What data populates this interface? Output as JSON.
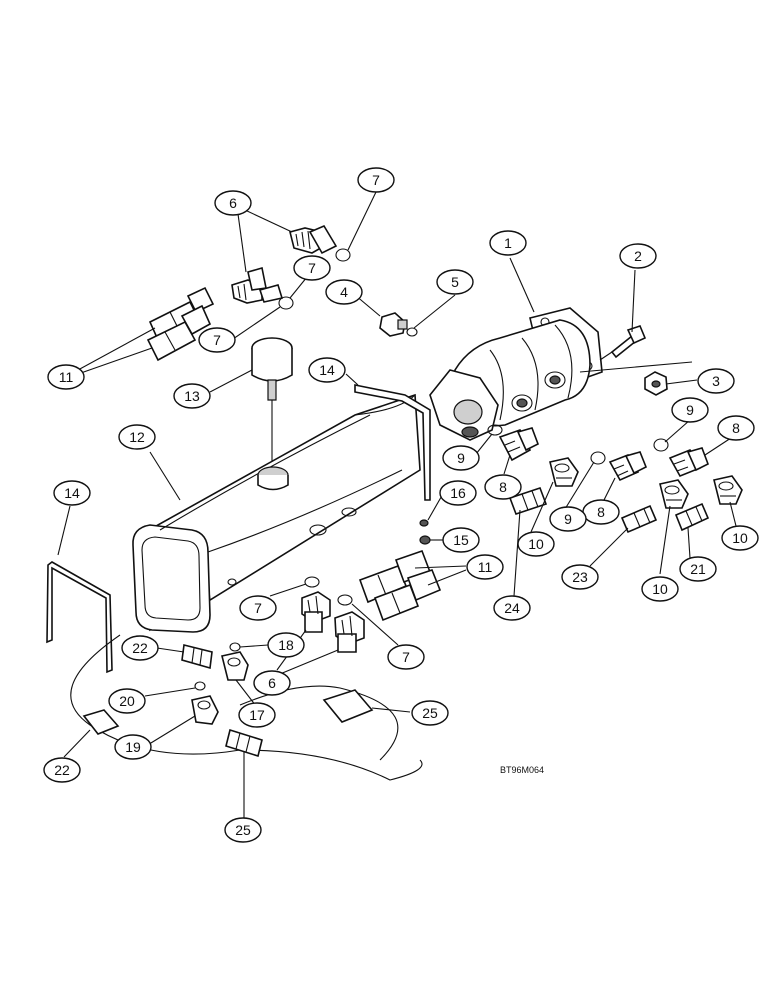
{
  "drawing_code": "BT96M064",
  "callouts": [
    {
      "label": "1"
    },
    {
      "label": "2"
    },
    {
      "label": "3"
    },
    {
      "label": "4"
    },
    {
      "label": "5"
    },
    {
      "label": "6"
    },
    {
      "label": "6"
    },
    {
      "label": "7"
    },
    {
      "label": "7"
    },
    {
      "label": "7"
    },
    {
      "label": "7"
    },
    {
      "label": "7"
    },
    {
      "label": "8"
    },
    {
      "label": "8"
    },
    {
      "label": "8"
    },
    {
      "label": "9"
    },
    {
      "label": "9"
    },
    {
      "label": "9"
    },
    {
      "label": "10"
    },
    {
      "label": "10"
    },
    {
      "label": "10"
    },
    {
      "label": "11"
    },
    {
      "label": "11"
    },
    {
      "label": "12"
    },
    {
      "label": "13"
    },
    {
      "label": "14"
    },
    {
      "label": "14"
    },
    {
      "label": "15"
    },
    {
      "label": "16"
    },
    {
      "label": "17"
    },
    {
      "label": "18"
    },
    {
      "label": "19"
    },
    {
      "label": "20"
    },
    {
      "label": "21"
    },
    {
      "label": "22"
    },
    {
      "label": "22"
    },
    {
      "label": "23"
    },
    {
      "label": "24"
    },
    {
      "label": "25"
    },
    {
      "label": "25"
    }
  ]
}
